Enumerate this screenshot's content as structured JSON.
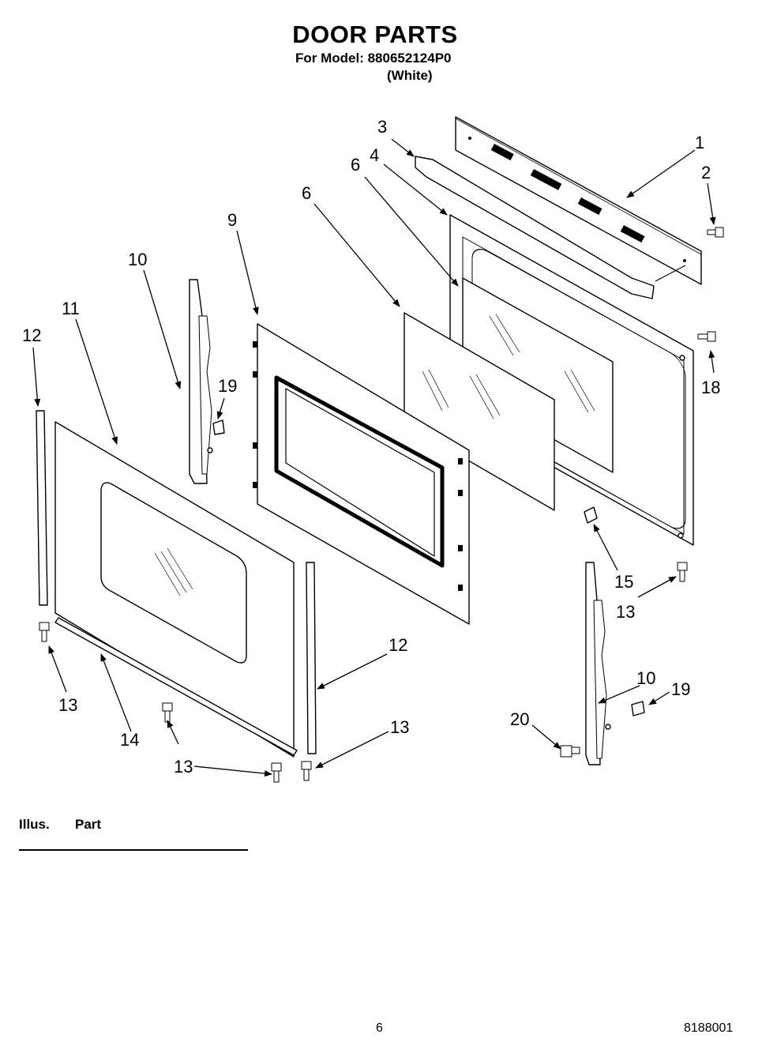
{
  "header": {
    "title": "DOOR PARTS",
    "model_line": "For Model: 880652124P0",
    "variant": "(White)"
  },
  "callouts": {
    "c1": "1",
    "c2": "2",
    "c3": "3",
    "c4": "4",
    "c6a": "6",
    "c6b": "6",
    "c9": "9",
    "c10a": "10",
    "c10b": "10",
    "c11": "11",
    "c12a": "12",
    "c12b": "12",
    "c13a": "13",
    "c13b": "13",
    "c13c": "13",
    "c13d": "13",
    "c14": "14",
    "c15": "15",
    "c18": "18",
    "c19a": "19",
    "c19b": "19",
    "c20": "20"
  },
  "table": {
    "col1": "Illus.",
    "col2": "Part"
  },
  "footer": {
    "page": "6",
    "doc_number": "8188001"
  }
}
